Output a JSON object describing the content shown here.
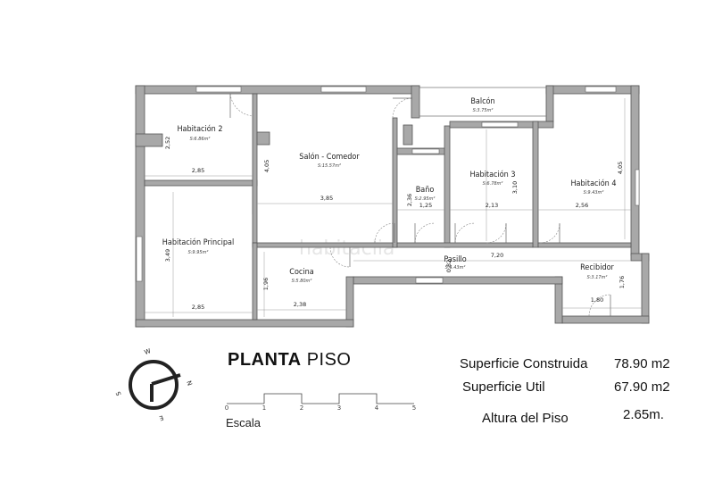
{
  "plan": {
    "title_bold": "PLANTA",
    "title_regular": "PISO",
    "watermark": "habitaclia",
    "rooms": [
      {
        "name": "Habitación 2",
        "area": "S:6.86m²"
      },
      {
        "name": "Salón - Comedor",
        "area": "S:15.57m²"
      },
      {
        "name": "Balcón",
        "area": "S:3.75m²"
      },
      {
        "name": "Baño",
        "area": "S:2.95m²"
      },
      {
        "name": "Habitación 3",
        "area": "S:6.78m²"
      },
      {
        "name": "Habitación 4",
        "area": "S:9.43m²"
      },
      {
        "name": "Habitación Principal",
        "area": "S:9.95m²"
      },
      {
        "name": "Cocina",
        "area": "S:5.80m²"
      },
      {
        "name": "Pasillo",
        "area": "S:4.43m²"
      },
      {
        "name": "Recibidor",
        "area": "S:3.17m²"
      }
    ],
    "dimensions": [
      "2,52",
      "2,85",
      "4,05",
      "3,85",
      "2,36",
      "1,25",
      "3,10",
      "2,13",
      "4,05",
      "2,56",
      "3,49",
      "2,85",
      "1,96",
      "2,38",
      "7,20",
      "0,82",
      "1,76",
      "1,80"
    ]
  },
  "stats": [
    {
      "label": "Superficie Construida",
      "value": "78.90 m2"
    },
    {
      "label": "Superficie Util",
      "value": "67.90 m2"
    },
    {
      "label": "Altura del Piso",
      "value": "2.65m."
    }
  ],
  "scale": {
    "label": "Escala",
    "ticks": [
      "0",
      "1",
      "2",
      "3",
      "4",
      "5"
    ]
  },
  "compass": {
    "letters": [
      "W",
      "N",
      "S",
      "E"
    ]
  }
}
